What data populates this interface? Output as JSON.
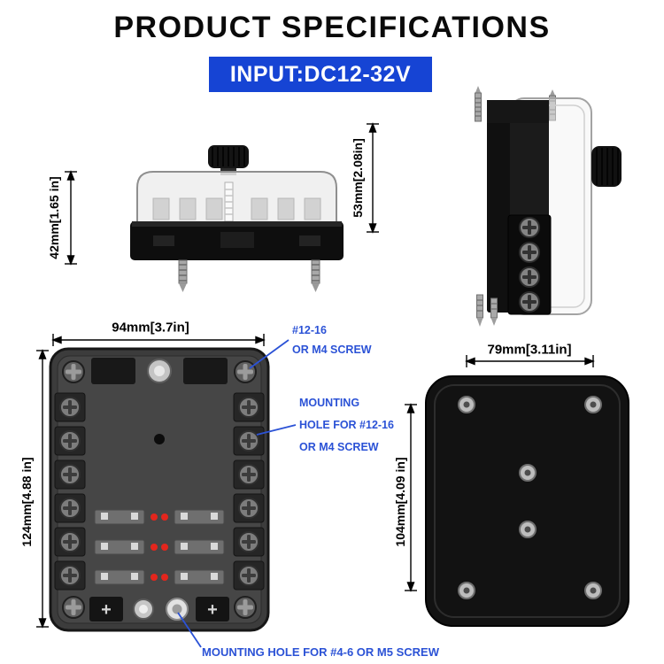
{
  "title": "PRODUCT SPECIFICATIONS",
  "banner": {
    "label": "INPUT:DC12-32V",
    "bg": "#1644d4",
    "fg": "#ffffff"
  },
  "dimensions": {
    "front_height": "42mm[1.65 in]",
    "side_height": "53mm[2.08in]",
    "top_width": "94mm[3.7in]",
    "top_height": "124mm[4.88 in]",
    "bottom_width": "79mm[3.11in]",
    "bottom_height": "104mm[4.09 in]"
  },
  "annotations": {
    "screw_note_line1": "#12-16",
    "screw_note_line2": "OR M4 SCREW",
    "side_hole_note_line1": "MOUNTING",
    "side_hole_note_line2": "HOLE FOR #12-16",
    "side_hole_note_line3": "OR M4 SCREW",
    "bottom_hole_note": "MOUNTING HOLE FOR #4-6 OR M5 SCREW"
  },
  "terminal_labels": {
    "plus_left": "+",
    "plus_right": "+"
  },
  "colors": {
    "banner_blue": "#1644d4",
    "annotation_blue": "#2b52d6",
    "dimension_black": "#000000",
    "led_red": "#e3261d",
    "body_dark": "#3c3c3c",
    "base_black": "#121212"
  }
}
